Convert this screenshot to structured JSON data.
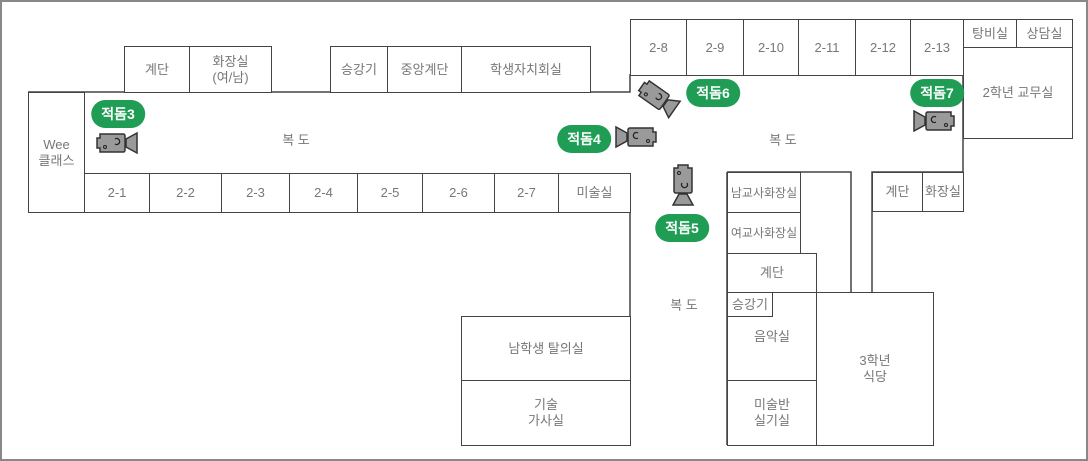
{
  "rooms": {
    "wee": "Wee\n클래스",
    "stairs_top": "계단",
    "restroom_top": "화장실\n(여/남)",
    "elevator_top": "승강기",
    "central_stairs": "중앙계단",
    "student_council": "학생자치회실",
    "c2_1": "2-1",
    "c2_2": "2-2",
    "c2_3": "2-3",
    "c2_4": "2-4",
    "c2_5": "2-5",
    "c2_6": "2-6",
    "c2_7": "2-7",
    "art_room": "미술실",
    "c2_8": "2-8",
    "c2_9": "2-9",
    "c2_10": "2-10",
    "c2_11": "2-11",
    "c2_12": "2-12",
    "c2_13": "2-13",
    "pantry": "탕비실",
    "counseling": "상담실",
    "teachers_office": "2학년 교무실",
    "male_teacher_restroom": "남교사화장실",
    "female_teacher_restroom": "여교사화장실",
    "stairs_mid": "계단",
    "stairs_right": "계단",
    "restroom_right": "화장실",
    "elevator_mid": "승강기",
    "music_room": "음악실",
    "art_practice": "미술반\n실기실",
    "cafeteria": "3학년\n식당",
    "boys_locker": "남학생 탈의실",
    "tech_home": "기술\n가사실"
  },
  "corridors": [
    "복 도",
    "복 도",
    "복 도"
  ],
  "cameras": [
    {
      "label": "적돔3",
      "direction": "right"
    },
    {
      "label": "적돔4",
      "direction": "left"
    },
    {
      "label": "적돔5",
      "direction": "down"
    },
    {
      "label": "적돔6",
      "direction": "down-right"
    },
    {
      "label": "적돔7",
      "direction": "left"
    }
  ],
  "colors": {
    "badge": "#1f9d55",
    "camera": "#9a9a9a",
    "wall": "#444444"
  }
}
